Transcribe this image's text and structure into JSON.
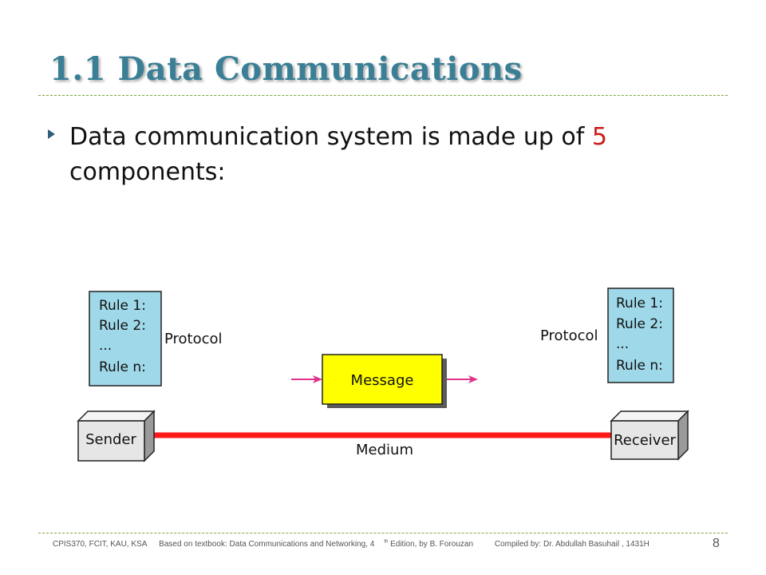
{
  "slide": {
    "title": "1.1 Data Communications",
    "bullet": {
      "text_before": "Data communication system is made up of ",
      "number": "5",
      "text_after": " components:"
    }
  },
  "diagram": {
    "sender_rules": [
      "Rule 1:",
      "Rule 2:",
      "...",
      "Rule n:"
    ],
    "receiver_rules": [
      "Rule 1:",
      "Rule 2:",
      "...",
      "Rule n:"
    ],
    "sender_protocol_label": "Protocol",
    "receiver_protocol_label": "Protocol",
    "message_label": "Message",
    "sender_label": "Sender",
    "receiver_label": "Receiver",
    "medium_label": "Medium",
    "colors": {
      "rules_box": "#9fd8e8",
      "message_box": "#ffff00",
      "arrow": "#e0338a",
      "medium": "#ff1a1a",
      "device": "#e6e6e6"
    }
  },
  "footer": {
    "course": "CPIS370, FCIT, KAU, KSA",
    "textbook_prefix": "Based on textbook: Data Communications and Networking, 4",
    "textbook_sup": "th",
    "textbook_suffix": " Edition, by B. Forouzan",
    "compiled_by": "Compiled by: Dr. Abdullah Basuhail , 1431H",
    "page_number": "8"
  }
}
